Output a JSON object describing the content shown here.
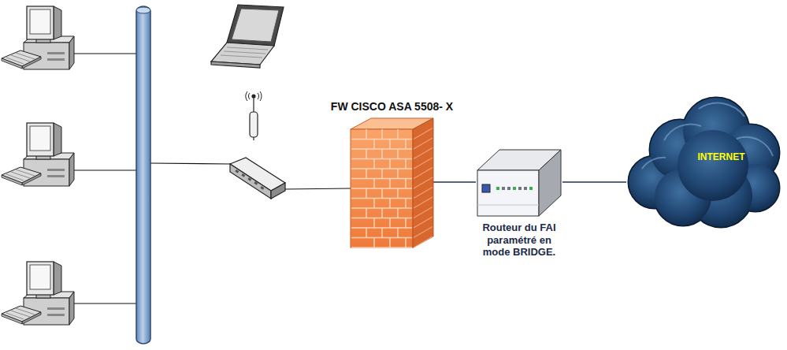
{
  "diagram": {
    "nodes": [
      {
        "text": [
          "FW CISCO ASA 5508- X"
        ]
      },
      {
        "text": [
          "Routeur du FAI paramétré en mode BRIDGE."
        ]
      },
      {
        "text": [
          "INTERNET"
        ]
      }
    ],
    "edges": [
      {
        "from": 0,
        "to": 1,
        "arrow": "none"
      },
      {
        "from": 1,
        "to": 2,
        "arrow": "none"
      }
    ]
  }
}
